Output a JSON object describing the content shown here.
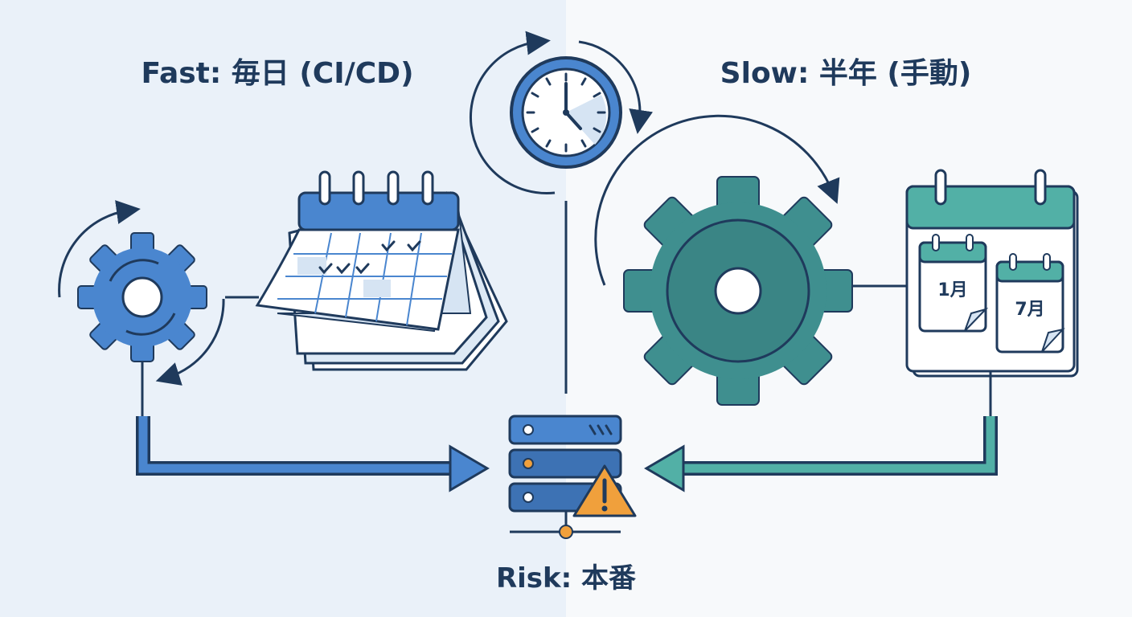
{
  "labels": {
    "fast": "Fast: 毎日 (CI/CD)",
    "slow": "Slow: 半年 (手動)",
    "risk": "Risk: 本番"
  },
  "calendar_months": {
    "first": "1月",
    "second": "7月"
  },
  "colors": {
    "ink": "#1f3a5c",
    "fast_blue": "#4a86cf",
    "slow_teal": "#3f8f8f",
    "arrow_teal": "#52b0a6",
    "warning_orange": "#f0a03c"
  },
  "icons": {
    "clock": "clock-icon",
    "fast_gear": "gear-icon",
    "fast_calendar": "calendar-stack-icon",
    "slow_gear": "gear-icon",
    "slow_calendar": "calendar-icon",
    "server": "server-icon",
    "warning": "warning-icon"
  }
}
